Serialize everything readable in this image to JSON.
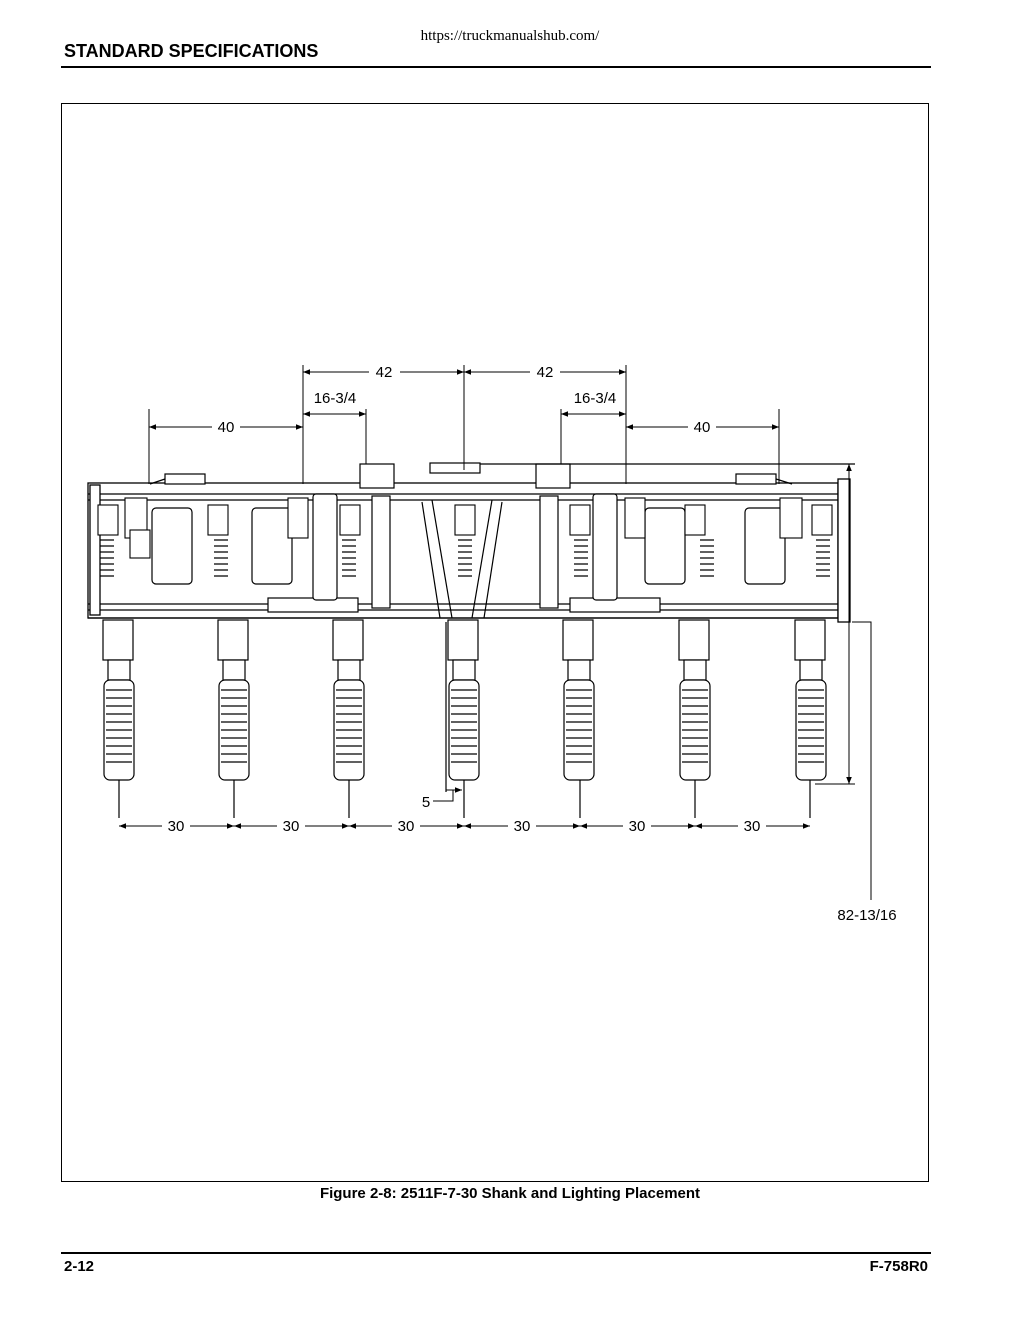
{
  "header": {
    "url": "https://truckmanualshub.com/",
    "section_title": "STANDARD SPECIFICATIONS"
  },
  "figure": {
    "caption": "Figure 2-8:  2511F-7-30 Shank and Lighting Placement",
    "dimensions": {
      "top_left_42": "42",
      "top_right_42": "42",
      "left_16_3_4": "16-3/4",
      "right_16_3_4": "16-3/4",
      "left_40": "40",
      "right_40": "40",
      "offset_5": "5",
      "spacing": [
        "30",
        "30",
        "30",
        "30",
        "30",
        "30"
      ],
      "overall_height": "82-13/16"
    }
  },
  "footer": {
    "page_number": "2-12",
    "doc_code": "F-758R0"
  }
}
